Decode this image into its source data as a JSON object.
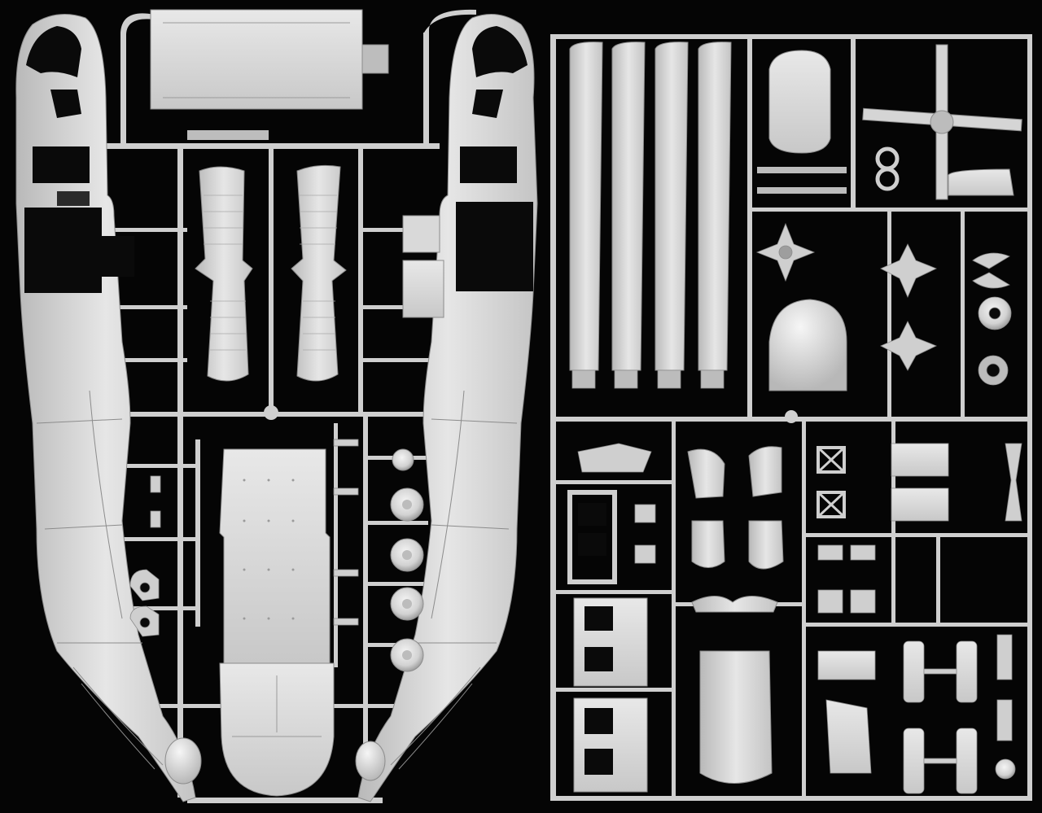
{
  "image": {
    "description_shown": false,
    "colors": {
      "background": "#050505",
      "plastic": "#d9d9d9",
      "plastic_light": "#eeeeee",
      "plastic_shadow": "#9a9a9a",
      "runner": "#cfcfcf",
      "cutout": "#0a0a0a",
      "panel_line": "#8c8c8c"
    },
    "sprues": [
      {
        "id": "left-sprue",
        "parts": [
          "fuselage-half-left",
          "fuselage-half-right",
          "cabin-floor",
          "cargo-ramp",
          "horizontal-stabilizer-left",
          "horizontal-stabilizer-right",
          "roof-panel",
          "main-wheels"
        ]
      },
      {
        "id": "right-sprue",
        "parts": [
          "main-rotor-blades",
          "tail-rotor",
          "rotor-hub",
          "nose-cone",
          "cabin-doors",
          "engine-cowlings",
          "landing-gear-struts",
          "small-detail-parts"
        ]
      }
    ],
    "wheel_count": 5,
    "rotor_blade_count": 4,
    "door_window_count": 6
  }
}
